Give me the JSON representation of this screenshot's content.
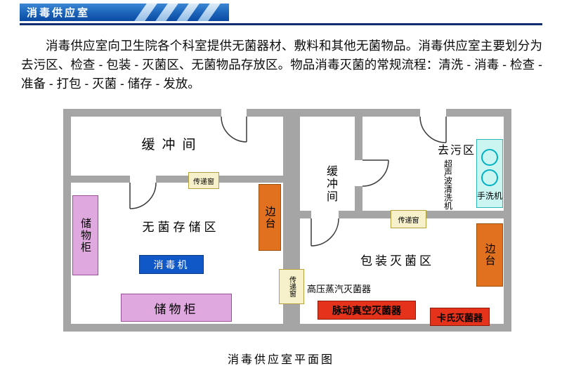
{
  "header": {
    "title": "消毒供应室"
  },
  "intro": {
    "text": "消毒供应室向卫生院各个科室提供无菌器材、敷料和其他无菌物品。消毒供应室主要划分为去污区、检查 - 包装 - 灭菌区、无菌物品存放区。物品消毒灭菌的常规流程：清洗 - 消毒 - 检查 - 准备 - 打包 - 灭菌 - 储存 - 发放。"
  },
  "plan": {
    "caption": "消毒供应室平面图",
    "labels": {
      "buffer_left": "缓冲间",
      "sterile_storage": "无菌存储区",
      "buffer_right": "缓冲间",
      "decontamination": "去污区",
      "packing": "包装灭菌区"
    },
    "equipment": {
      "cabinet_left": "储物柜",
      "cabinet_bottom": "储物柜",
      "disinfector": "消毒机",
      "side_table_left": "边台",
      "side_table_right": "边台",
      "transfer_window_top": "传递窗",
      "transfer_window_mid": "传递窗",
      "transfer_window_vert": "传递窗",
      "ultrasonic_cleaner": "超声波清洗机",
      "hand_washer": "手洗机",
      "steam_sterilizer": "高压蒸汽灭菌器",
      "vacuum_sterilizer": "脉动真空灭菌器",
      "cassette_sterilizer": "卡氏灭菌器"
    },
    "colors": {
      "wall": "#a5a5a5",
      "cabinet": "#dfa8df",
      "side_table": "#e1711f",
      "transfer_window": "#f6f1cb",
      "disinfector": "#1057c8",
      "hand_washer": "#caf5f0",
      "sterilizer": "#e5321b"
    }
  }
}
